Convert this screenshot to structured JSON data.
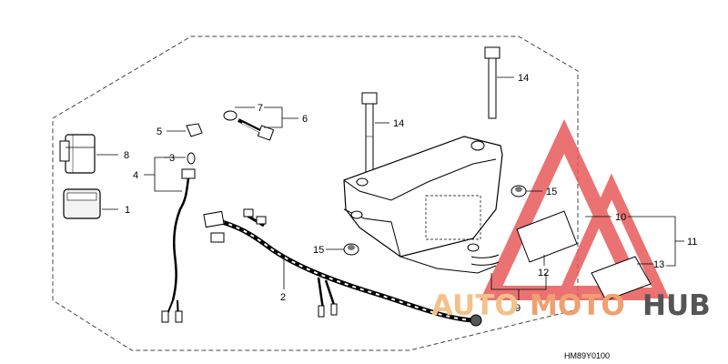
{
  "diagram": {
    "callouts": [
      "1",
      "2",
      "3",
      "4",
      "5",
      "6",
      "7",
      "8",
      "9",
      "10",
      "11",
      "12",
      "13",
      "14",
      "14",
      "15",
      "15"
    ],
    "drawing_code": "HM89Y0100"
  },
  "watermark": {
    "part_a": "AUTO",
    "part_b": "MOTO",
    "part_c": "HUB",
    "colors": {
      "triangle": "#e85a5a",
      "auto": "#f3c28a",
      "moto": "#f0a070",
      "hub": "#555555"
    }
  }
}
